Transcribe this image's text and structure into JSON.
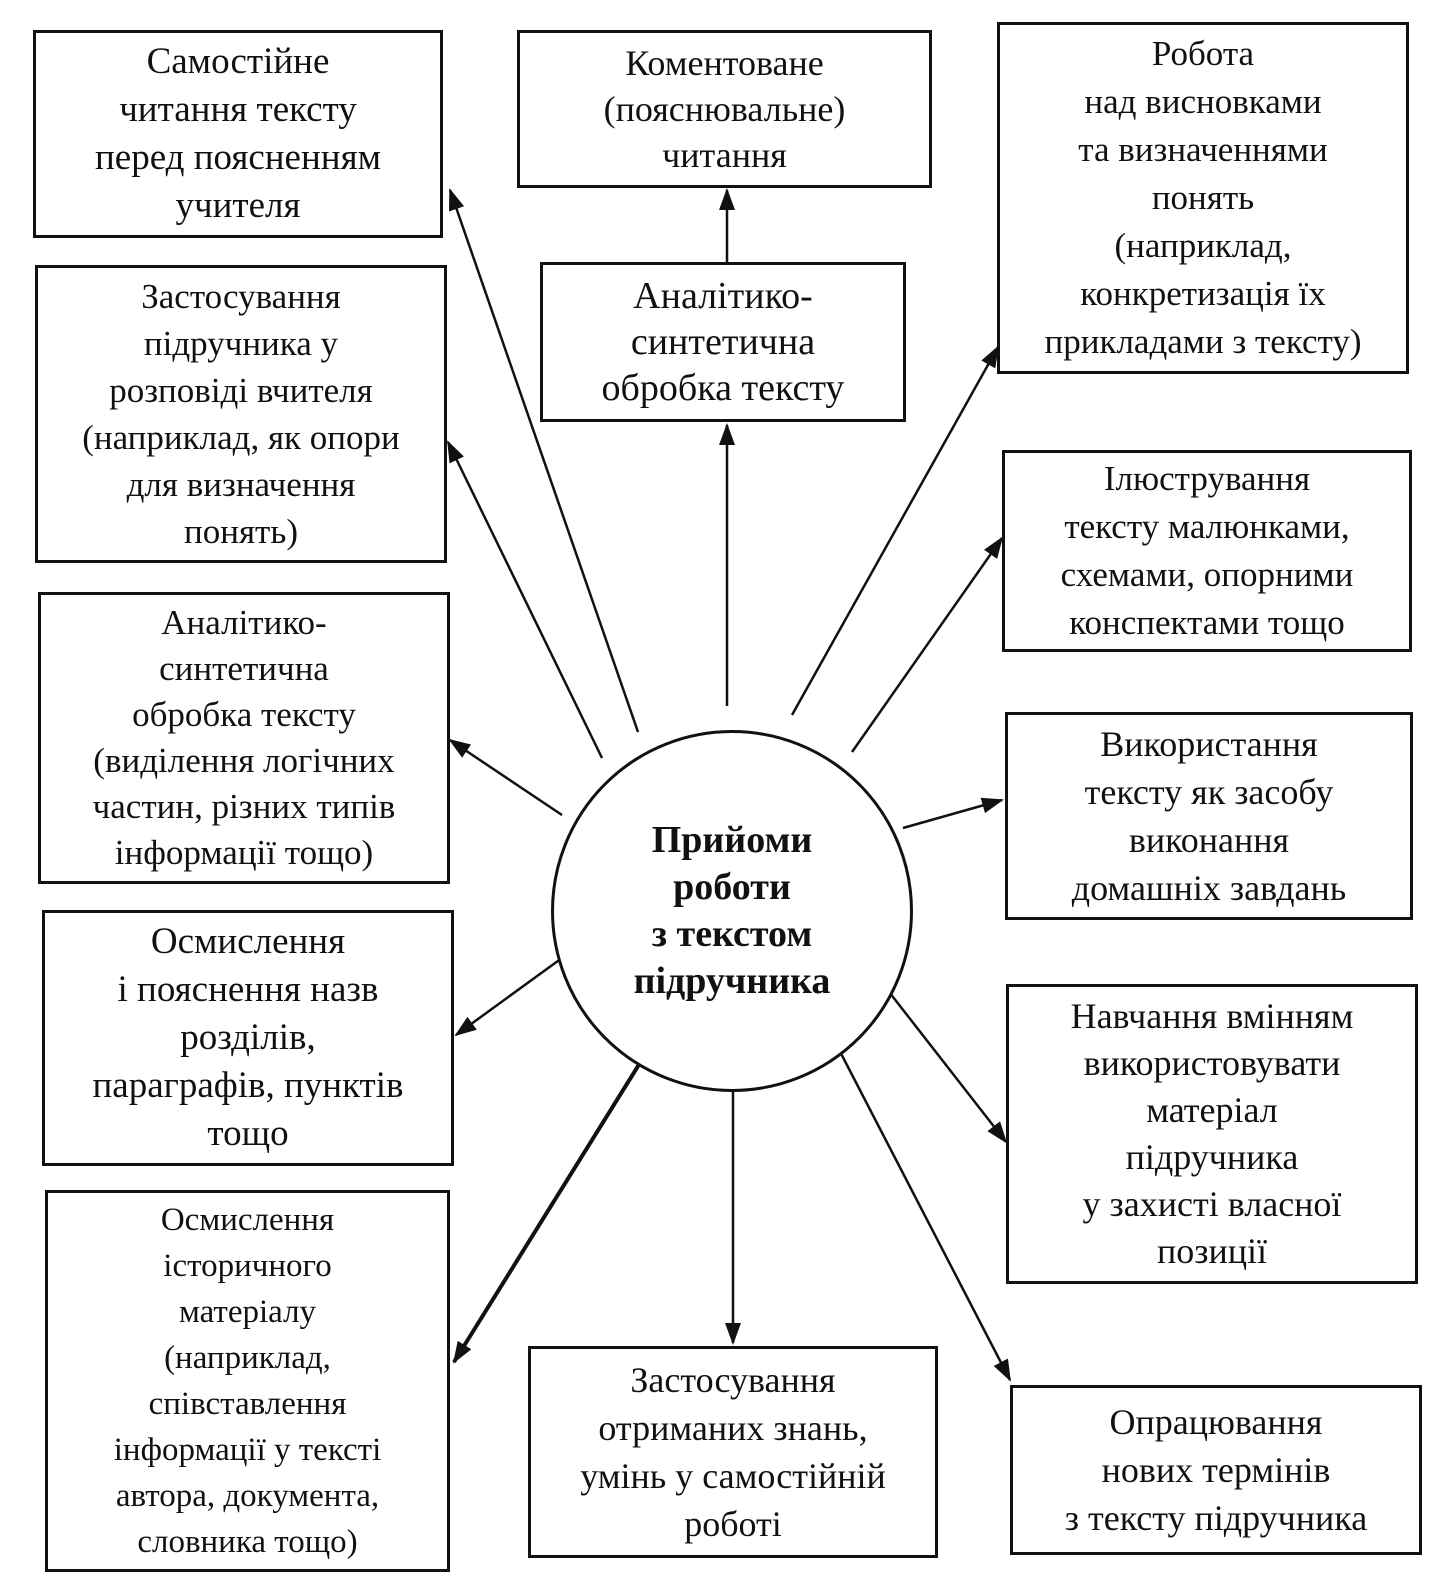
{
  "center": {
    "label": "Прийоми\nроботи\nз текстом\nпідручника"
  },
  "nodes": {
    "self_reading": "Самостійне\nчитання тексту\nперед поясненням\nучителя",
    "commented_reading": "Коментоване\n(пояснювальне)\nчитання",
    "conclusions": "Робота\nнад висновками\nта визначеннями\nпонять\n(наприклад,\nконкретизація їх\nприкладами з тексту)",
    "teacher_story": "Застосування\nпідручника у\nрозповіді вчителя\n(наприклад, як опори\nдля визначення\nпонять)",
    "analytic_top": "Аналітико-\nсинтетична\nобробка тексту",
    "illustrating": "Ілюстрування\nтексту малюнками,\nсхемами, опорними\nконспектами тощо",
    "analytic_left": "Аналітико-\nсинтетична\nобробка тексту\n(виділення логічних\nчастин, різних типів\nінформації тощо)",
    "homework": "Використання\nтексту як засобу\nвиконання\nдомашніх завдань",
    "section_names": "Осмислення\nі пояснення назв\nрозділів,\nпараграфів, пунктів\nтощо",
    "own_position": "Навчання вмінням\nвикористовувати\nматеріал\nпідручника\nу захисті власної\nпозиції",
    "historical": "Осмислення\nісторичного\nматеріалу\n(наприклад,\nспівставлення\nінформації у тексті\nавтора, документа,\nсловника тощо)",
    "independent_work": "Застосування\nотриманих знань,\nумінь у самостійній\nроботі",
    "new_terms": "Опрацювання\nнових термінів\nз тексту підручника"
  }
}
